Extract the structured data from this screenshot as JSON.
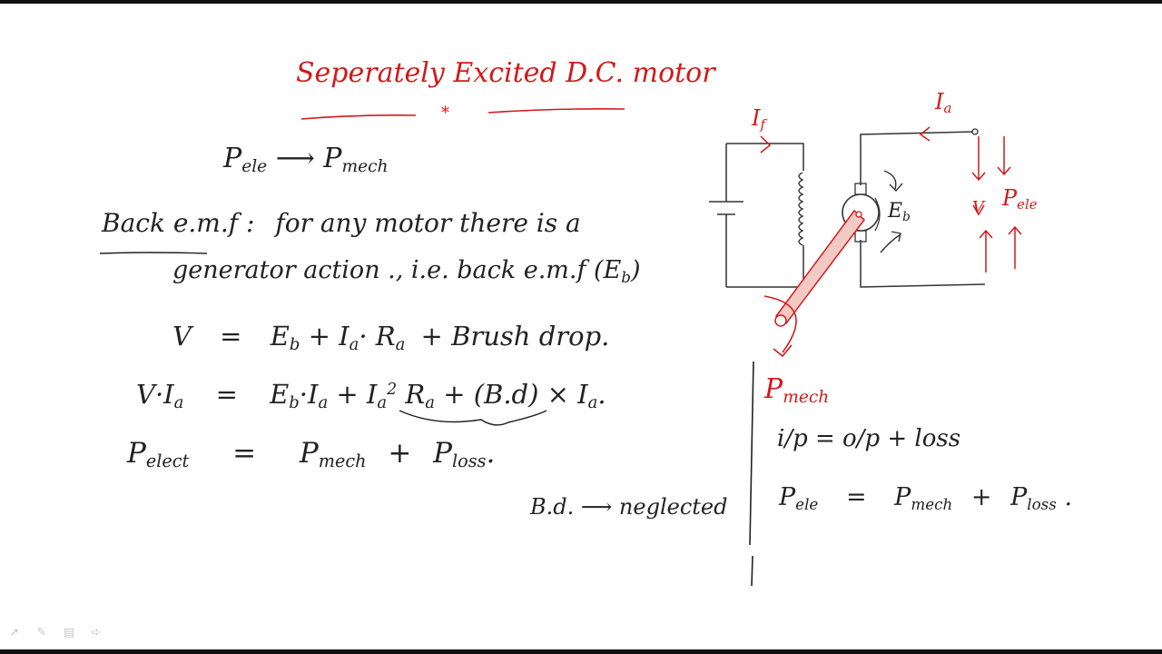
{
  "title": "Seperately Excited D.C. motor",
  "title_star": "*",
  "lines": {
    "pele_to_pmech": {
      "left": "P",
      "left_sub": "ele",
      "arrow": "⟶",
      "right": "P",
      "right_sub": "mech"
    },
    "back_emf_1": {
      "term": "Back e.m.f :",
      "text": "for any motor there is a"
    },
    "back_emf_2": {
      "text": "generator action ., i.e. back e.m.f (E",
      "sub": "b",
      "close": ")"
    },
    "eq_v": {
      "lhs": "V",
      "eq": "=",
      "e": "E",
      "e_sub": "b",
      "plus1": "+",
      "i": "I",
      "i_sub": "a",
      "dot": "·",
      "r": "R",
      "r_sub": "a",
      "rest": "+ Brush drop."
    },
    "eq_vi": {
      "lhs": "V·I",
      "lhs_sub": "a",
      "eq": "=",
      "e": "E",
      "e_sub": "b",
      "mid": "·I",
      "mid_sub": "a",
      "plus": "+ I",
      "sq_sub": "a",
      "sq_sup": "2",
      "r": "R",
      "r_sub": "a",
      "rest": "+ (B.d) × I",
      "rest_sub": "a",
      "end": "."
    },
    "eq_pelect": {
      "lhs": "P",
      "lhs_sub": "elect",
      "eq": "=",
      "p1": "P",
      "p1_sub": "mech",
      "plus": "+",
      "p2": "P",
      "p2_sub": "loss",
      "end": "."
    },
    "bd": {
      "text": "B.d. ⟶ neglected"
    }
  },
  "right_panel": {
    "pmech": {
      "p": "P",
      "sub": "mech"
    },
    "ip_eq": {
      "text": "i/p = o/p + loss"
    },
    "pele_eq": {
      "lhs": "P",
      "lhs_sub": "ele",
      "eq": "=",
      "p1": "P",
      "p1_sub": "mech",
      "plus": "+",
      "p2": "P",
      "p2_sub": "loss",
      "end": "."
    }
  },
  "circuit": {
    "if_label": "I",
    "if_sub": "f",
    "ia_label": "I",
    "ia_sub": "a",
    "eb_label": "E",
    "eb_sub": "b",
    "v_label": "V",
    "pele_label": "P",
    "pele_sub": "ele"
  },
  "colors": {
    "ink": "#222222",
    "red": "#d11a1a",
    "wire": "#333333",
    "shaft_fill": "#f3c9c4"
  },
  "toolbar_icons": [
    "pointer-icon",
    "pen-icon",
    "menu-icon",
    "next-icon"
  ]
}
